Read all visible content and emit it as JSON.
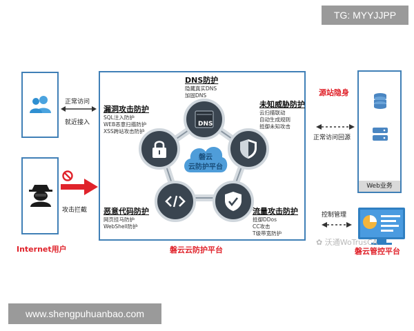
{
  "badges": {
    "telegram": "TG: MYYJJPP",
    "website": "www.shengpuhuanbao.com"
  },
  "left": {
    "normal_access": "正常访问",
    "nearby_access": "就近接入",
    "attack_block": "攻击拦截",
    "internet_users": "Internet用户"
  },
  "platform": {
    "caption": "磐云云防护平台",
    "center_title_1": "磐云",
    "center_title_2": "云防护平台",
    "dns_node_label": "DNS",
    "sections": {
      "dns": {
        "title": "DNS防护",
        "items": [
          "隐藏真实DNS",
          "加固DNS"
        ]
      },
      "vuln": {
        "title": "漏洞攻击防护",
        "items": [
          "SQL注入防护",
          "WEB恶意扫描防护",
          "XSS跨站攻击防护"
        ]
      },
      "unknown": {
        "title": "未知威胁防护",
        "items": [
          "云扫描联动",
          "自动生成规则",
          "抵御未知攻击"
        ]
      },
      "malicious": {
        "title": "恶意代码防护",
        "items": [
          "网页挂马防护",
          "WebShell防护"
        ]
      },
      "traffic": {
        "title": "流量攻击防护",
        "items": [
          "抵御DDos",
          "CC攻击",
          "T级带宽防护"
        ]
      }
    }
  },
  "right": {
    "origin_hidden": "源站隐身",
    "normal_back_to_origin": "正常访问回源",
    "web_business": "Web业务",
    "control_manage": "控制管理",
    "console_caption": "磐云管控平台",
    "watermark": "沃通WoTrusCA"
  },
  "colors": {
    "accent_blue": "#3f7fb6",
    "alert_red": "#e0232b",
    "node_dark": "#3a4550",
    "cloud_blue": "#4f9dd9"
  }
}
